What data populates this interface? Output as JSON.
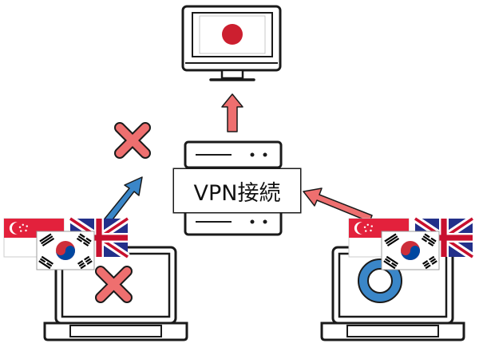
{
  "vpn_label": "VPN接続",
  "colors": {
    "outline": "#1a1a1a",
    "arrow_red": "#ee6f6f",
    "arrow_blue": "#3a86c8",
    "cross_red": "#ee6f6f",
    "circle_blue": "#3a86c8",
    "japan_red": "#cc1f2f",
    "singapore_red": "#e3213c",
    "uk_blue": "#23308a",
    "uk_red": "#c8102e",
    "korea_red": "#cd2e3a",
    "korea_blue": "#0047a0"
  },
  "icons": {
    "destination": "desktop-monitor-icon",
    "server": "vpn-server-icon",
    "left_client": "laptop-icon",
    "right_client": "laptop-icon",
    "blocked": "cross-icon",
    "allowed": "circle-icon"
  },
  "flags": [
    "japan",
    "singapore",
    "south-korea",
    "united-kingdom"
  ]
}
